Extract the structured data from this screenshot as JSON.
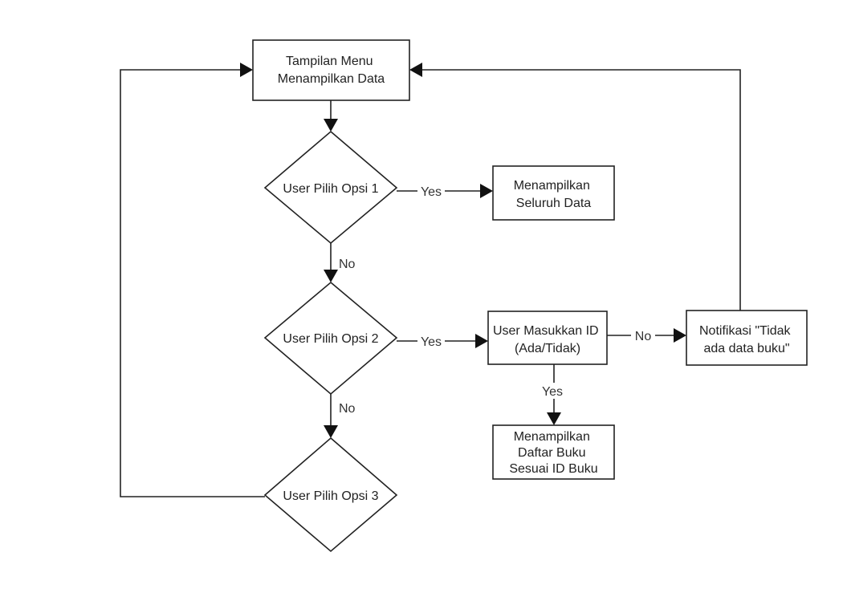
{
  "nodes": {
    "menu": {
      "lines": [
        "Tampilan Menu",
        "Menampilkan Data"
      ]
    },
    "opsi1": {
      "lines": [
        "User Pilih Opsi 1"
      ]
    },
    "seluruh": {
      "lines": [
        "Menampilkan",
        "Seluruh Data"
      ]
    },
    "opsi2": {
      "lines": [
        "User Pilih Opsi 2"
      ]
    },
    "masukkan": {
      "lines": [
        "User Masukkan ID",
        "(Ada/Tidak)"
      ]
    },
    "notifikasi": {
      "lines": [
        "Notifikasi \"Tidak",
        "ada data buku\""
      ]
    },
    "daftar": {
      "lines": [
        "Menampilkan",
        "Daftar Buku",
        "Sesuai ID Buku"
      ]
    },
    "opsi3": {
      "lines": [
        "User Pilih Opsi 3"
      ]
    }
  },
  "edges": {
    "opsi1_yes": "Yes",
    "opsi1_no": "No",
    "opsi2_yes": "Yes",
    "opsi2_no": "No",
    "masukkan_no": "No",
    "masukkan_yes": "Yes"
  }
}
